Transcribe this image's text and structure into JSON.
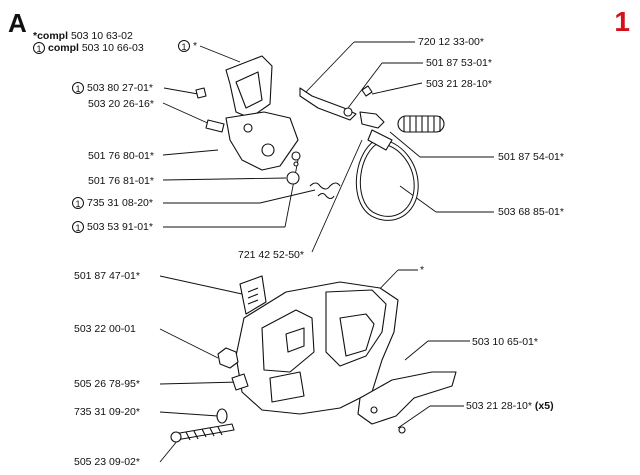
{
  "section_letter": "A",
  "page_number": "1",
  "header": {
    "line1_prefix": "*compl",
    "line1_number": "503 10 63-02",
    "line2_circle": "1",
    "line2_prefix": "compl",
    "line2_number": "503 10 66-03"
  },
  "labels": {
    "l_1star": "1",
    "l_1star_suffix": "*",
    "l_720123300": "720 12 33-00*",
    "l_501875301": "501 87 53-01*",
    "l_503212810a": "503 21 28-10*",
    "l_503802701_circle": "1",
    "l_503802701": "503 80 27-01*",
    "l_503202616": "503 20 26-16*",
    "l_501768001": "501 76 80-01*",
    "l_501875401": "501 87 54-01*",
    "l_501768101": "501 76 81-01*",
    "l_735310820_circle": "1",
    "l_735310820": "735 31 08-20*",
    "l_503688501": "503 68 85-01*",
    "l_503539101_circle": "1",
    "l_503539101": "503 53 91-01*",
    "l_721425250": "721 42 52-50*",
    "l_star": "*",
    "l_501874701": "501 87 47-01*",
    "l_503220001": "503 22 00-01",
    "l_503106501": "503 10 65-01*",
    "l_505267895": "505 26 78-95*",
    "l_735310920": "735 31 09-20*",
    "l_503212810b": "503 21 28-10*",
    "l_503212810b_qty": "(x5)",
    "l_505230902": "505 23 09-02*"
  }
}
